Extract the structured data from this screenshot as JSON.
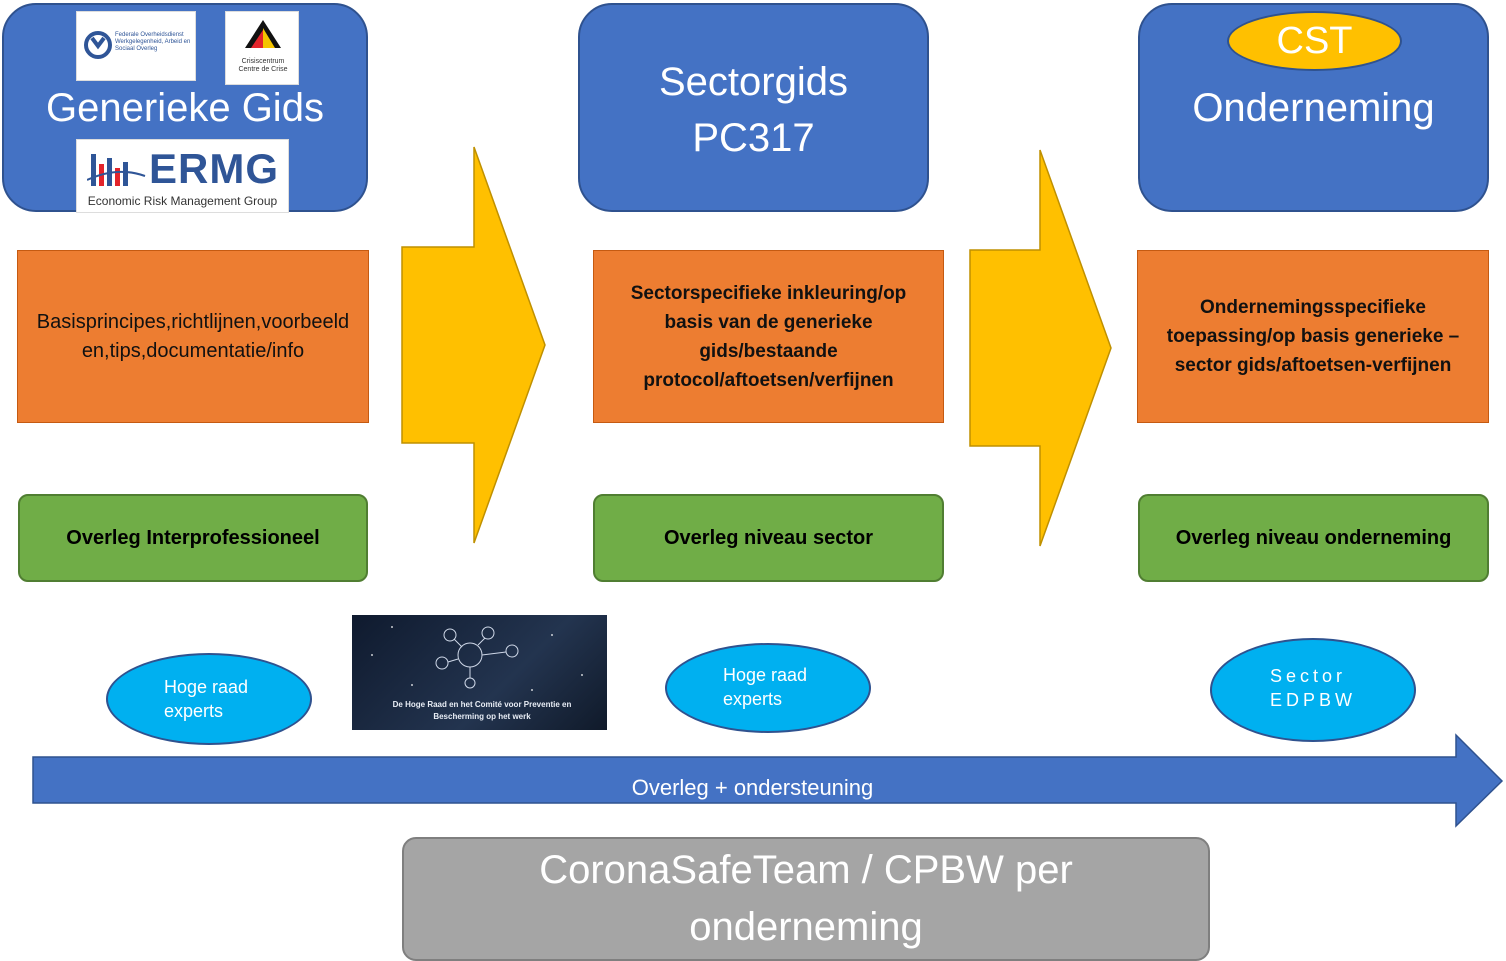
{
  "columns": [
    {
      "title": "Generieke Gids",
      "logos": {
        "federal": "Federale Overheidsdienst Werkgelegenheid, Arbeid en Sociaal Overleg",
        "crisis": "Crisiscentrum Centre de Crise",
        "ermg_name": "ERMG",
        "ermg_sub": "Economic Risk Management Group"
      },
      "description": "Basisprincipes,richtlijnen,voorbeelden,tips,documentatie/info",
      "overleg": "Overleg Interprofessioneel",
      "ellipse": {
        "line1": "Hoge raad",
        "line2": "experts"
      }
    },
    {
      "title_line1": "Sectorgids",
      "title_line2": "PC317",
      "description": "Sectorspecifieke inkleuring/op basis van de generieke gids/bestaande protocol/aftoetsen/verfijnen",
      "overleg": "Overleg niveau sector",
      "ellipse": {
        "line1": "Hoge raad",
        "line2": "experts"
      }
    },
    {
      "badge": "CST",
      "title": "Onderneming",
      "description": "Ondernemingsspecifieke toepassing/op basis generieke –sector gids/aftoetsen-verfijnen",
      "overleg": "Overleg niveau onderneming",
      "ellipse": {
        "line1": "Sector",
        "line2": "EDPBW"
      }
    }
  ],
  "video_caption": "De Hoge Raad en het Comité voor Preventie en Bescherming op het werk",
  "timeline_label": "Overleg + ondersteuning",
  "footer": "CoronaSafeTeam / CPBW per onderneming",
  "colors": {
    "blue": "#4472c4",
    "orange": "#ed7d31",
    "green": "#70ad47",
    "yellow_arrow": "#ffc000",
    "cyan": "#00b0f0",
    "gray": "#a5a5a5"
  }
}
